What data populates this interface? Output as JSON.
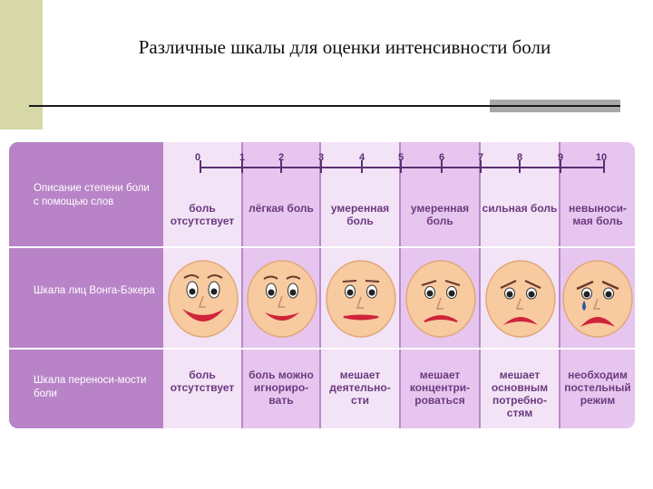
{
  "slide": {
    "title": "Различные шкалы для оценки интенсивности боли"
  },
  "table": {
    "row_labels": [
      "Описание степени боли с помощью слов",
      "Шкала лиц Вонга-Бэкера",
      "Шкала переноси-мости боли"
    ],
    "scale_ticks": [
      "0",
      "1",
      "2",
      "3",
      "4",
      "5",
      "6",
      "7",
      "8",
      "9",
      "10"
    ],
    "descriptions": [
      "боль отсутствует",
      "лёгкая боль",
      "умеренная боль",
      "умеренная боль",
      "сильная боль",
      "невыноси-мая боль"
    ],
    "faces": [
      "face-0-icon",
      "face-2-icon",
      "face-4-icon",
      "face-6-icon",
      "face-8-icon",
      "face-10-icon"
    ],
    "tolerance": [
      "боль отсутствует",
      "боль можно игнориро-вать",
      "мешает деятельно-сти",
      "мешает концентри-роваться",
      "мешает основным потребно-стям",
      "необходим постельный режим"
    ],
    "colors": {
      "label_column": "#b883c7",
      "column_light": "#f3e3f6",
      "column_mid": "#e6c6ee",
      "text": "#6b3a7f",
      "face_skin": "#f7caa0",
      "mouth": "#d0243a"
    }
  }
}
